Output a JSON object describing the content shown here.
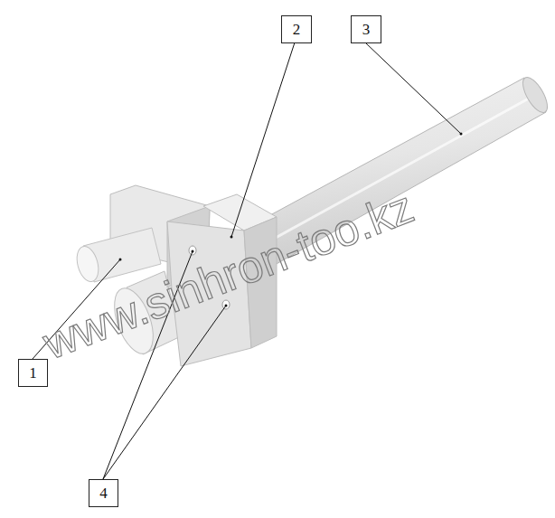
{
  "diagram": {
    "nodes": [
      {
        "text": [
          "2"
        ]
      },
      {
        "text": [
          "3"
        ]
      },
      {
        "text": [
          "1"
        ]
      },
      {
        "text": [
          "4"
        ]
      }
    ],
    "labels": [
      "www.sinhron-too.kz"
    ]
  }
}
